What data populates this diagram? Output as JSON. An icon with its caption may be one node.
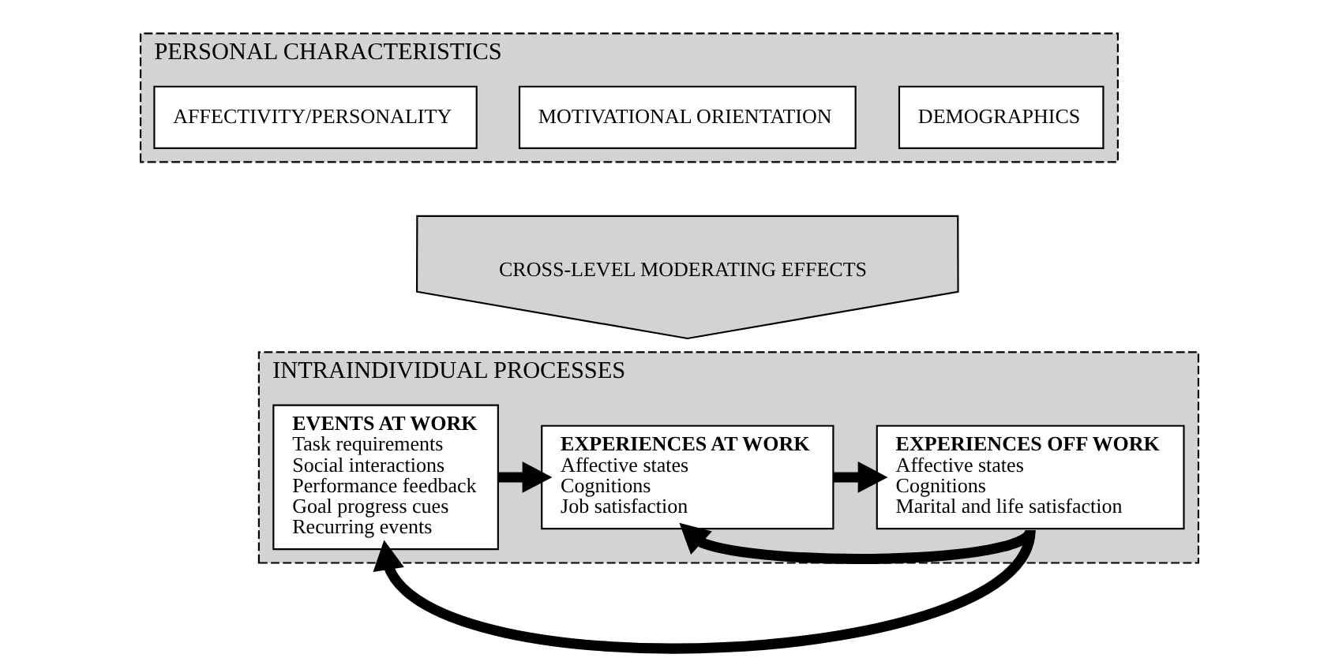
{
  "diagram": {
    "nodes": [
      {
        "text": [
          "PERSONAL CHARACTERISTICS"
        ]
      },
      {
        "text": [
          "AFFECTIVITY/PERSONALITY"
        ],
        "in": 0
      },
      {
        "text": [
          "MOTIVATIONAL ORIENTATION"
        ],
        "in": 0
      },
      {
        "text": [
          "DEMOGRAPHICS"
        ],
        "in": 0
      },
      {
        "text": [
          "CROSS-LEVEL MODERATING EFFECTS"
        ]
      },
      {
        "text": [
          "INTRAINDIVIDUAL PROCESSES"
        ]
      },
      {
        "text": [
          "EVENTS AT WORK",
          "Task requirements",
          "Social interactions",
          "Performance feedback",
          "Goal progress cues",
          "Recurring events"
        ],
        "in": 5
      },
      {
        "text": [
          "EXPERIENCES AT WORK",
          "Affective states",
          "Cognitions",
          "Job satisfaction"
        ],
        "in": 5
      },
      {
        "text": [
          "EXPERIENCES OFF WORK",
          "Affective states",
          "Cognitions",
          "Marital and life satisfaction"
        ],
        "in": 5
      }
    ],
    "edges": [
      {
        "from": 6,
        "to": 7,
        "arrow": "to"
      },
      {
        "from": 7,
        "to": 8,
        "arrow": "to"
      },
      {
        "from": 8,
        "to": 6,
        "arrow": "to"
      },
      {
        "from": 8,
        "to": 7,
        "arrow": "to"
      }
    ]
  }
}
